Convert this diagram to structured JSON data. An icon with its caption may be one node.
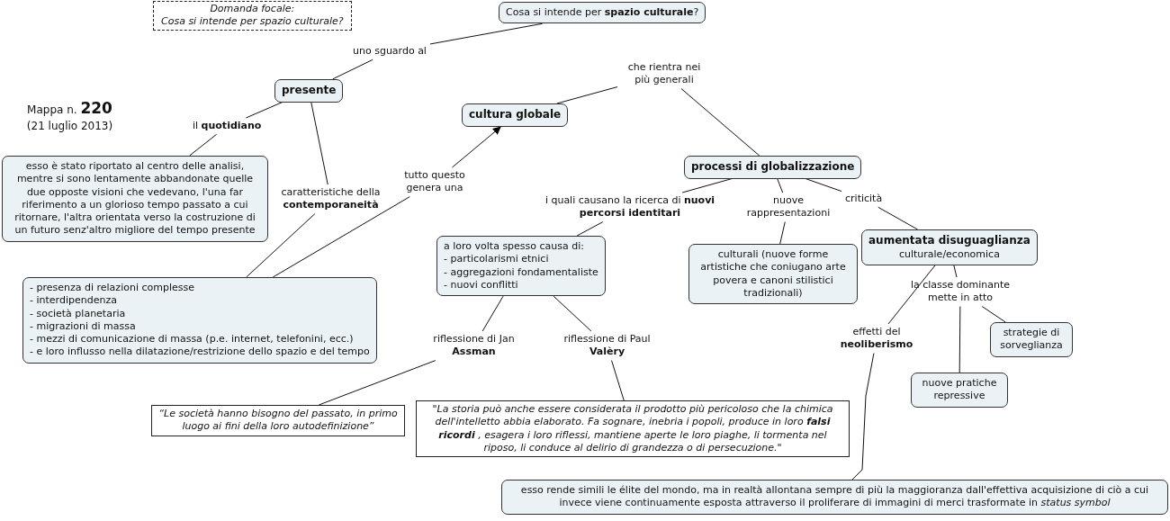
{
  "diagram": {
    "nodes": [
      {
        "text": [
          "Domanda focale:",
          "Cosa si intende per spazio culturale?"
        ]
      },
      {
        "text": [
          "Cosa si intende per **spazio culturale**?"
        ]
      },
      {
        "text": [
          "uno sguardo al"
        ]
      },
      {
        "text": [
          "presente"
        ]
      },
      {
        "text": [
          "il **quotidiano**"
        ]
      },
      {
        "text": [
          "esso è stato riportato al centro delle analisi, mentre si sono lentamente abbandonate quelle due opposte visioni che vedevano, l'una far riferimento a un glorioso tempo passato a cui ritornare, l'altra orientata verso la costruzione di un futuro senz'altro migliore del tempo presente"
        ]
      },
      {
        "text": [
          "caratteristiche della **contemporaneità**"
        ]
      },
      {
        "text": [
          "- presenza di relazioni complesse",
          "- interdipendenza",
          "- società planetaria",
          "- migrazioni di massa",
          "- mezzi di comunicazione di massa (p.e. internet, telefonini, ecc.)",
          "- e loro influsso nella dilatazione/restrizione dello spazio e del tempo"
        ]
      },
      {
        "text": [
          "tutto questo genera una"
        ]
      },
      {
        "text": [
          "cultura globale"
        ]
      },
      {
        "text": [
          "che rientra nei più generali"
        ]
      },
      {
        "text": [
          "processi di globalizzazione"
        ]
      },
      {
        "text": [
          "i quali causano la ricerca di **nuovi percorsi identitari**"
        ]
      },
      {
        "text": [
          "a loro volta spesso causa di:",
          "- particolarismi etnici",
          "- aggregazioni fondamentaliste",
          "- nuovi conflitti"
        ]
      },
      {
        "text": [
          "nuove rappresentazioni"
        ]
      },
      {
        "text": [
          "culturali (nuove forme artistiche che coniugano arte povera e canoni stilistici tradizionali)"
        ]
      },
      {
        "text": [
          "criticità"
        ]
      },
      {
        "text": [
          "aumentata disuguaglianza",
          "culturale/economica"
        ]
      },
      {
        "text": [
          "riflessione di Jan **Assman**"
        ]
      },
      {
        "text": [
          "“Le società hanno bisogno del passato, in primo luogo ai fini della loro autodefinizione”"
        ]
      },
      {
        "text": [
          "riflessione di Paul **Valèry**"
        ]
      },
      {
        "text": [
          "\"La storia può anche essere considerata il prodotto più pericoloso che la chimica dell'intelletto abbia elaborato. Fa sognare, inebria i popoli, produce in loro **falsi ricordi** , esagera i loro riflessi, mantiene aperte le loro piaghe, li tormenta nel riposo, li conduce al delirio di grandezza o di persecuzione.\""
        ]
      },
      {
        "text": [
          "la classe dominante mette in atto"
        ]
      },
      {
        "text": [
          "strategie di sorveglianza"
        ]
      },
      {
        "text": [
          "nuove pratiche repressive"
        ]
      },
      {
        "text": [
          "effetti del **neoliberismo**"
        ]
      },
      {
        "text": [
          "esso rende simili le élite del mondo, ma in realtà allontana sempre di più la maggioranza dall'effettiva acquisizione di ciò a cui invece viene continuamente esposta attraverso il proliferare di immagini di merci trasformate in *status symbol*"
        ]
      }
    ],
    "edges": [
      {
        "from": 1,
        "to": 2,
        "arrow": "none"
      },
      {
        "from": 2,
        "to": 3,
        "arrow": "none"
      },
      {
        "from": 3,
        "to": 4,
        "arrow": "none"
      },
      {
        "from": 4,
        "to": 5,
        "arrow": "none"
      },
      {
        "from": 3,
        "to": 6,
        "arrow": "none"
      },
      {
        "from": 6,
        "to": 7,
        "arrow": "none"
      },
      {
        "from": 7,
        "to": 8,
        "arrow": "none"
      },
      {
        "from": 8,
        "to": 9,
        "arrow": "to"
      },
      {
        "from": 9,
        "to": 10,
        "arrow": "none"
      },
      {
        "from": 10,
        "to": 11,
        "arrow": "none"
      },
      {
        "from": 11,
        "to": 12,
        "arrow": "none"
      },
      {
        "from": 12,
        "to": 13,
        "arrow": "none"
      },
      {
        "from": 11,
        "to": 14,
        "arrow": "none"
      },
      {
        "from": 14,
        "to": 15,
        "arrow": "none"
      },
      {
        "from": 11,
        "to": 16,
        "arrow": "none"
      },
      {
        "from": 16,
        "to": 17,
        "arrow": "none"
      },
      {
        "from": 13,
        "to": 18,
        "arrow": "none"
      },
      {
        "from": 18,
        "to": 19,
        "arrow": "none"
      },
      {
        "from": 13,
        "to": 20,
        "arrow": "none"
      },
      {
        "from": 20,
        "to": 21,
        "arrow": "none"
      },
      {
        "from": 17,
        "to": 22,
        "arrow": "none"
      },
      {
        "from": 22,
        "to": 23,
        "arrow": "none"
      },
      {
        "from": 22,
        "to": 24,
        "arrow": "none"
      },
      {
        "from": 17,
        "to": 25,
        "arrow": "none"
      },
      {
        "from": 25,
        "to": 26,
        "arrow": "none"
      }
    ],
    "labels": [
      "Mappa n. **220**",
      "(21 luglio 2013)"
    ]
  }
}
